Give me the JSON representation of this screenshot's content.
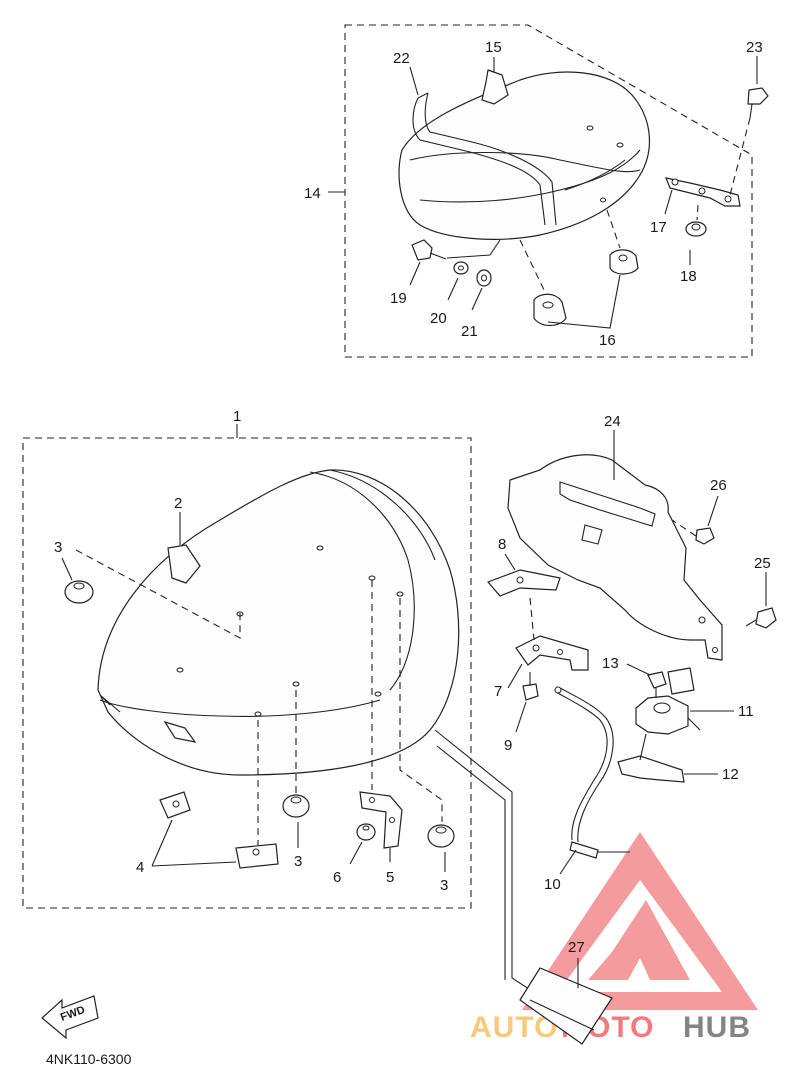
{
  "diagram": {
    "part_code": "4NK110-6300",
    "fwd_label": "FWD",
    "labels": {
      "l1": "1",
      "l2": "2",
      "l3a": "3",
      "l3b": "3",
      "l3c": "3",
      "l4": "4",
      "l5": "5",
      "l6": "6",
      "l7": "7",
      "l8": "8",
      "l9": "9",
      "l10": "10",
      "l11": "11",
      "l12": "12",
      "l13": "13",
      "l14": "14",
      "l15": "15",
      "l16": "16",
      "l17": "17",
      "l18": "18",
      "l19": "19",
      "l20": "20",
      "l21": "21",
      "l22": "22",
      "l23": "23",
      "l24": "24",
      "l25": "25",
      "l26": "26",
      "l27": "27"
    }
  },
  "watermark": {
    "part1": "AUTO",
    "part2": "MOTO",
    "part3": "HUB",
    "color_red": "#e8232a",
    "color_orange": "#f5a623",
    "color_dark": "#333333"
  }
}
